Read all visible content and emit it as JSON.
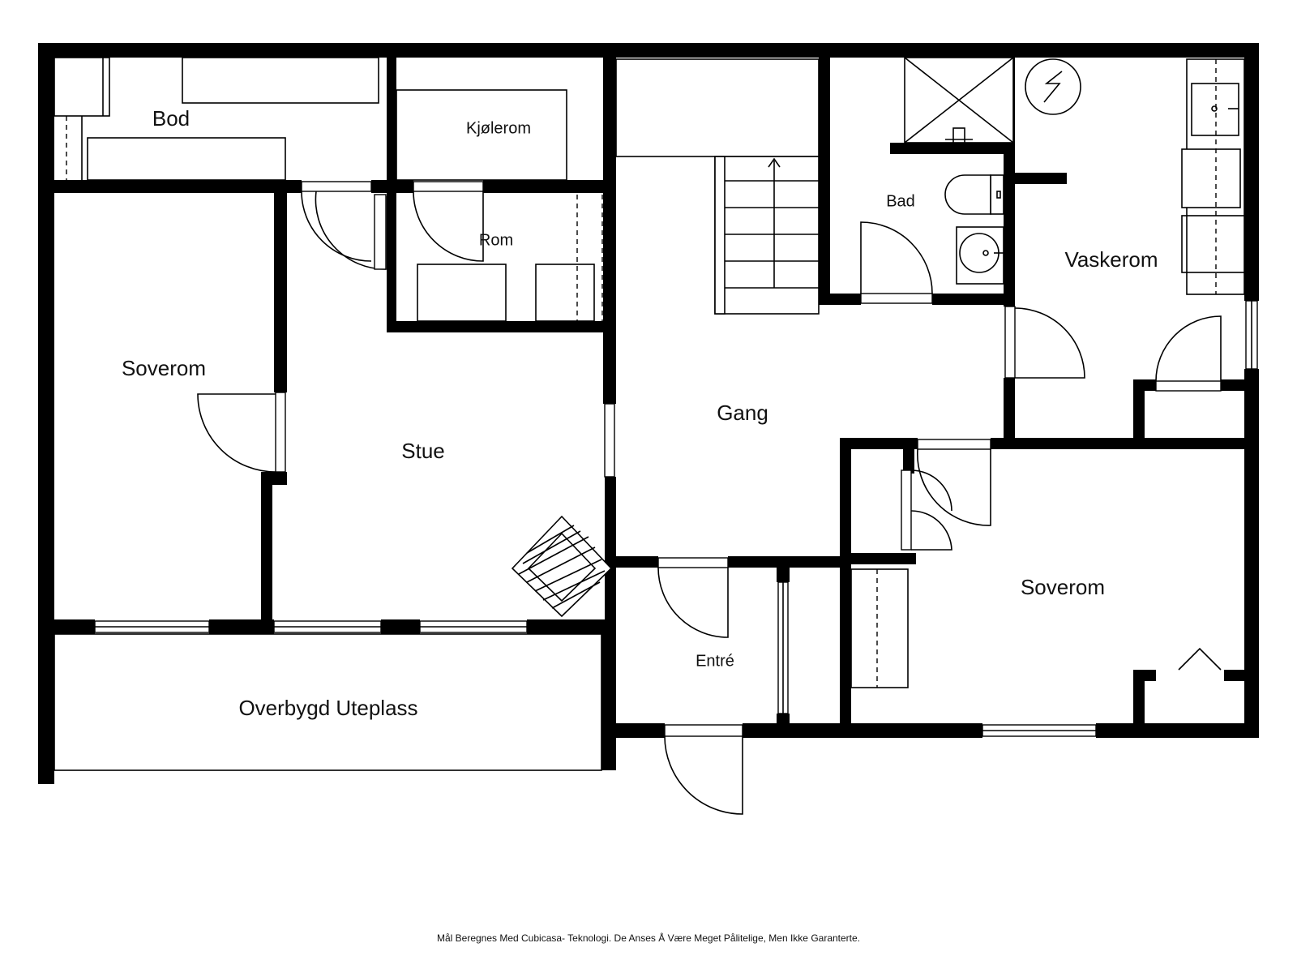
{
  "rooms": {
    "bod": "Bod",
    "kjolerom": "Kjølerom",
    "rom": "Rom",
    "bad": "Bad",
    "vaskerom": "Vaskerom",
    "soverom_left": "Soverom",
    "stue": "Stue",
    "gang": "Gang",
    "soverom_right": "Soverom",
    "entre": "Entré",
    "uteplass": "Overbygd Uteplass"
  },
  "footer": "Mål Beregnes Med Cubicasa- Teknologi. De Anses Å Være Meget Pålitelige, Men Ikke Garanterte.",
  "colors": {
    "wall": "#000000",
    "background": "#ffffff"
  }
}
